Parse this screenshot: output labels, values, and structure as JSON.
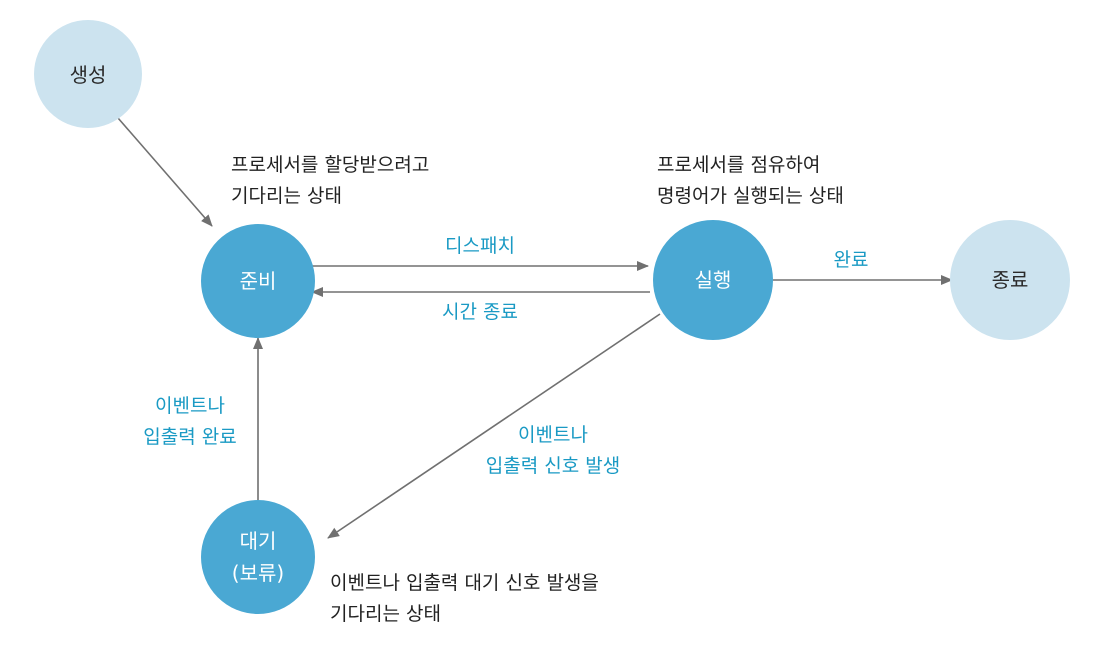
{
  "colors": {
    "node_light": "#cce3ef",
    "node_dark": "#4aa8d3",
    "edge_label": "#1a9ac4",
    "note_text": "#222222",
    "arrow": "#707070"
  },
  "nodes": {
    "create": {
      "label": "생성"
    },
    "ready": {
      "label": "준비"
    },
    "running": {
      "label": "실행"
    },
    "terminated": {
      "label": "종료"
    },
    "waiting": {
      "line1": "대기",
      "line2": "(보류)"
    }
  },
  "edges": {
    "dispatch": "디스패치",
    "timeout": "시간 종료",
    "complete": "완료",
    "io_complete": {
      "line1": "이벤트나",
      "line2": "입출력 완료"
    },
    "io_wait": {
      "line1": "이벤트나",
      "line2": "입출력 신호 발생"
    }
  },
  "notes": {
    "ready": {
      "line1": "프로세서를 할당받으려고",
      "line2": "기다리는 상태"
    },
    "running": {
      "line1": "프로세서를 점유하여",
      "line2": "명령어가 실행되는 상태"
    },
    "waiting": {
      "line1": "이벤트나 입출력 대기 신호 발생을",
      "line2": "기다리는 상태"
    }
  }
}
